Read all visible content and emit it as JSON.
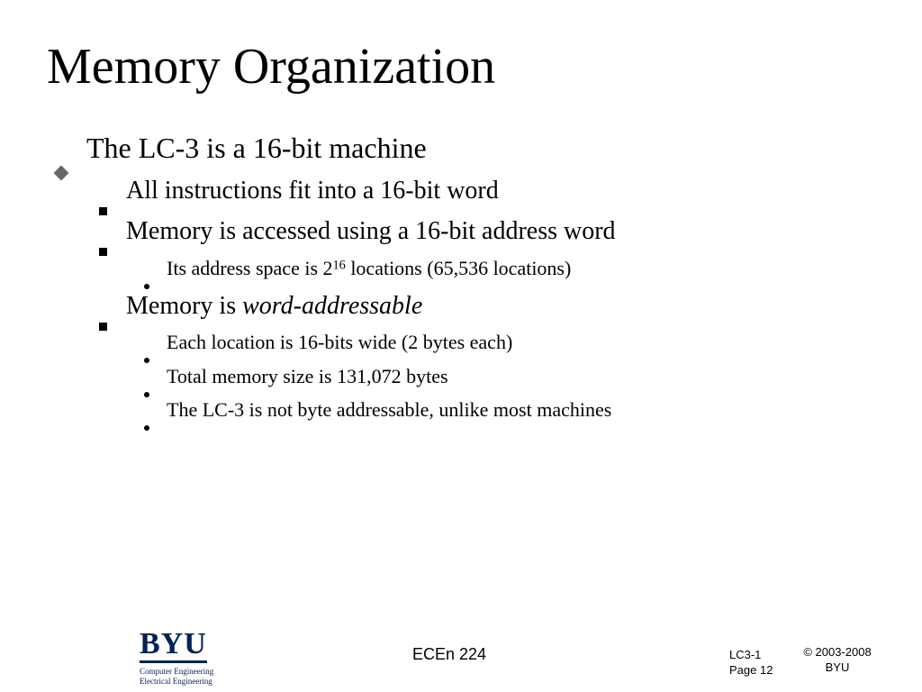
{
  "slide": {
    "title": "Memory Organization",
    "bullets": {
      "b1": "The LC-3 is a 16-bit machine",
      "b1_1": "All instructions fit into a 16-bit word",
      "b1_2": "Memory is accessed using a 16-bit address word",
      "b1_2_1_prefix": "Its address space is 2",
      "b1_2_1_sup": "16",
      "b1_2_1_suffix": " locations (65,536 locations)",
      "b1_3_prefix": "Memory is ",
      "b1_3_em": "word-addressable",
      "b1_3_1": "Each location is 16-bits wide (2 bytes each)",
      "b1_3_2": "Total memory size is 131,072 bytes",
      "b1_3_3": "The LC-3 is not byte addressable, unlike most machines"
    }
  },
  "footer": {
    "logo_text": "BYU",
    "logo_line1": "Computer Engineering",
    "logo_line2": "Electrical Engineering",
    "course": "ECEn 224",
    "section": "LC3-1",
    "page": "Page 12",
    "copyright": "© 2003-2008",
    "owner": "BYU"
  },
  "colors": {
    "level1_marker": "#666666",
    "logo_blue": "#002255"
  },
  "icons": {
    "level1": "diamond-bullet-icon",
    "level2": "square-bullet-icon",
    "level3": "dot-bullet-icon"
  }
}
